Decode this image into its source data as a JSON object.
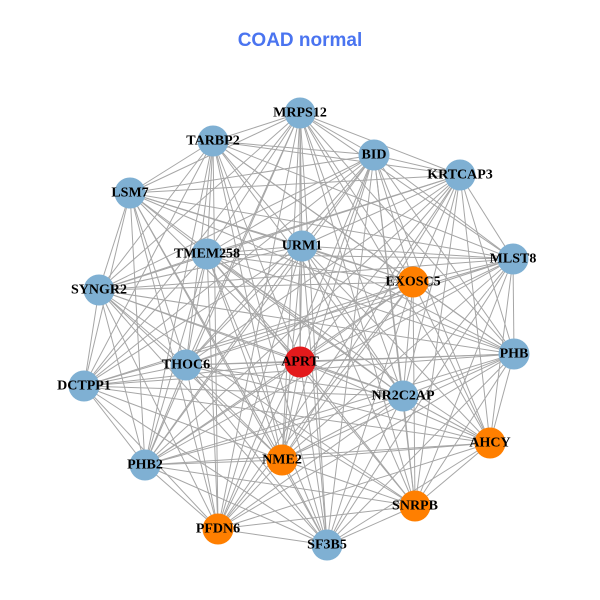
{
  "title": "COAD normal",
  "colors": {
    "normal": "#7fb0d3",
    "highlight": "#ff7f00",
    "target": "#e41a1c",
    "edge": "#a6a6a6"
  },
  "nodes": [
    {
      "name": "MRPS12",
      "type": "normal"
    },
    {
      "name": "TARBP2",
      "type": "normal"
    },
    {
      "name": "BID",
      "type": "normal"
    },
    {
      "name": "KRTCAP3",
      "type": "normal"
    },
    {
      "name": "LSM7",
      "type": "normal"
    },
    {
      "name": "MLST8",
      "type": "normal"
    },
    {
      "name": "URM1",
      "type": "normal"
    },
    {
      "name": "TMEM258",
      "type": "normal"
    },
    {
      "name": "EXOSC5",
      "type": "highlight"
    },
    {
      "name": "SYNGR2",
      "type": "normal"
    },
    {
      "name": "PHB",
      "type": "normal"
    },
    {
      "name": "APRT",
      "type": "target"
    },
    {
      "name": "THOC6",
      "type": "normal"
    },
    {
      "name": "DCTPP1",
      "type": "normal"
    },
    {
      "name": "NR2C2AP",
      "type": "normal"
    },
    {
      "name": "AHCY",
      "type": "highlight"
    },
    {
      "name": "NME2",
      "type": "highlight"
    },
    {
      "name": "PHB2",
      "type": "normal"
    },
    {
      "name": "SNRPB",
      "type": "highlight"
    },
    {
      "name": "PFDN6",
      "type": "highlight"
    },
    {
      "name": "SF3B5",
      "type": "normal"
    }
  ],
  "adjacency": [
    [
      1,
      2,
      3,
      4,
      5,
      6,
      7,
      8,
      9,
      10,
      11,
      12,
      13,
      14,
      15,
      16,
      17,
      18,
      19,
      20
    ],
    [
      2,
      3,
      4,
      5,
      6,
      7,
      8,
      9,
      10,
      11,
      12,
      13,
      14,
      16,
      17,
      19,
      20
    ],
    [
      3,
      4,
      5,
      6,
      7,
      8,
      9,
      10,
      11,
      12,
      13,
      14,
      15,
      16,
      17,
      18,
      19,
      20
    ],
    [
      4,
      5,
      6,
      7,
      8,
      9,
      10,
      11,
      12,
      14,
      15,
      16,
      17,
      18,
      19
    ],
    [
      5,
      6,
      7,
      8,
      9,
      10,
      11,
      12,
      13,
      14,
      16,
      17,
      19,
      20
    ],
    [
      6,
      7,
      8,
      9,
      10,
      11,
      12,
      13,
      14,
      15,
      16,
      17,
      18,
      20
    ],
    [
      7,
      8,
      9,
      10,
      11,
      12,
      13,
      14,
      15,
      16,
      17,
      18,
      19,
      20
    ],
    [
      8,
      9,
      10,
      11,
      12,
      13,
      14,
      15,
      16,
      17,
      18,
      19,
      20
    ],
    [
      9,
      10,
      11,
      12,
      13,
      14,
      15,
      16,
      17,
      18,
      19,
      20
    ],
    [
      10,
      11,
      12,
      13,
      14,
      16,
      17,
      18,
      19,
      20
    ],
    [
      11,
      12,
      13,
      14,
      15,
      16,
      17,
      18,
      19,
      20
    ],
    [
      12,
      13,
      14,
      15,
      16,
      17,
      18,
      19,
      20
    ],
    [
      13,
      14,
      15,
      16,
      17,
      18,
      19,
      20
    ],
    [
      14,
      15,
      16,
      17,
      19,
      20
    ],
    [
      15,
      16,
      17,
      18,
      19,
      20
    ],
    [
      16,
      17,
      18,
      19,
      20
    ],
    [
      17,
      18,
      19,
      20
    ],
    [
      18,
      19,
      20
    ],
    [
      19,
      20
    ],
    [
      20
    ],
    []
  ]
}
